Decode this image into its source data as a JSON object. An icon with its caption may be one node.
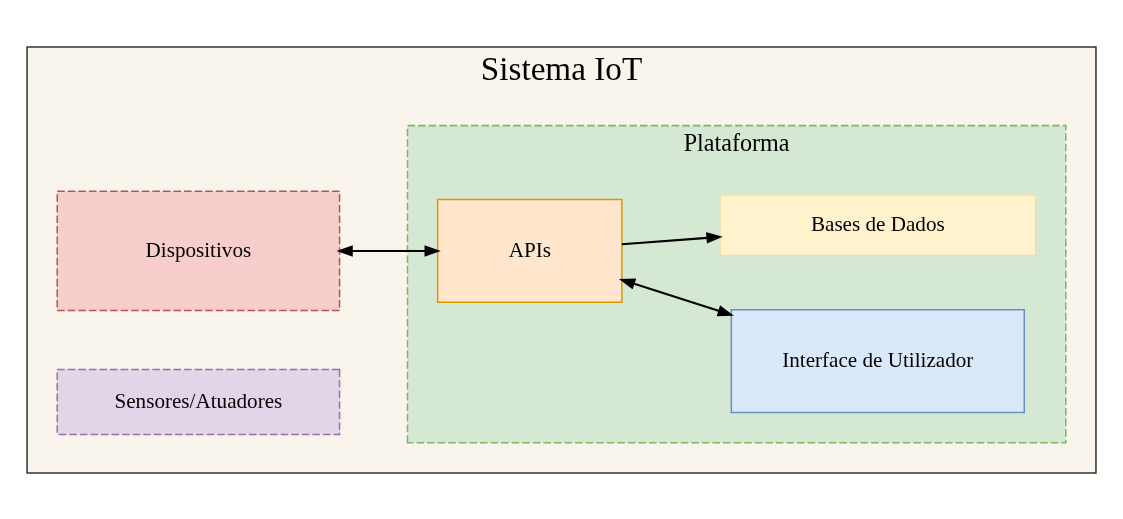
{
  "diagram": {
    "nodes": [
      {
        "text": [
          "Sistema IoT"
        ]
      },
      {
        "text": [
          "Plataforma"
        ],
        "in": 0
      },
      {
        "text": [
          "Dispositivos"
        ],
        "in": 0
      },
      {
        "text": [
          "Sensores/Atuadores"
        ],
        "in": 0
      },
      {
        "text": [
          "APIs"
        ],
        "in": 1
      },
      {
        "text": [
          "Interface de Utilizador"
        ],
        "in": 1
      },
      {
        "text": [
          "Bases de Dados"
        ],
        "in": 1
      }
    ],
    "edges": [
      {
        "from": 2,
        "to": 4,
        "arrow": "both"
      },
      {
        "from": 4,
        "to": 5,
        "arrow": "both"
      },
      {
        "from": 4,
        "to": 6,
        "arrow": "to"
      }
    ]
  }
}
